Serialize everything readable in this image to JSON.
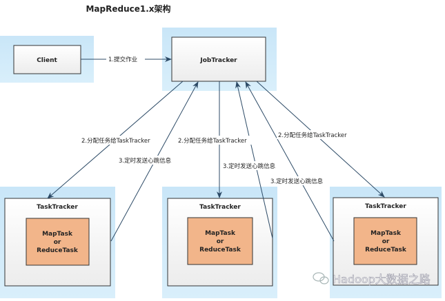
{
  "title": "MapReduce1.x架构",
  "client": {
    "label": "Client"
  },
  "jobtracker": {
    "label": "JobTracker"
  },
  "submit_label": "1.提交作业",
  "tasktrackers": [
    {
      "label": "TaskTracker",
      "task_line1": "MapTask",
      "task_line2": "or",
      "task_line3": "ReduceTask"
    },
    {
      "label": "TaskTracker",
      "task_line1": "MapTask",
      "task_line2": "or",
      "task_line3": "ReduceTask"
    },
    {
      "label": "TaskTracker",
      "task_line1": "MapTask",
      "task_line2": "or",
      "task_line3": "ReduceTask"
    }
  ],
  "assign_labels": [
    "2.分配任务给TaskTracker",
    "2.分配任务给TaskTracker",
    "2.分配任务给TaskTracker"
  ],
  "heartbeat_labels": [
    "3.定时发送心跳信息",
    "3.定时发送心跳信息",
    "3.定时发送心跳信息"
  ],
  "watermark": "Hadoop大数据之路",
  "colors": {
    "halo": "#cde9f8",
    "task": "#f2b58a",
    "arrow": "#2c4a66"
  }
}
